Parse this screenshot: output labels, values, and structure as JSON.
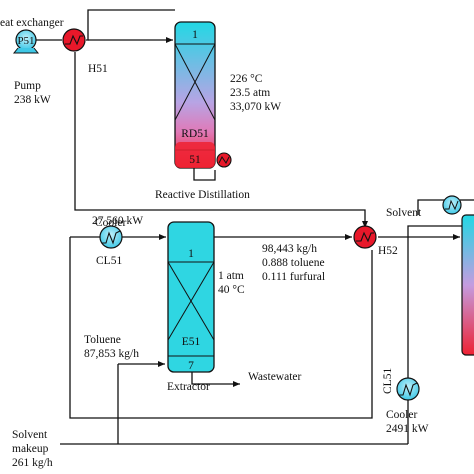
{
  "heat_exchanger": {
    "label": "eat exchanger",
    "hx_name": "H51"
  },
  "pump": {
    "tag": "P51",
    "label": "Pump",
    "power": "238 kW"
  },
  "reactive_distillation": {
    "top_stage": "1",
    "name": "RD51",
    "bottom_stage": "51",
    "temperature": "226 °C",
    "pressure": "23.5 atm",
    "duty": "33,070 kW",
    "caption": "Reactive Distillation"
  },
  "solvent_stream": {
    "label": "Solvent"
  },
  "cooler_top": {
    "label": "Cooler",
    "duty": "27 560 kW",
    "name": "CL51"
  },
  "extractor": {
    "top_stage": "1",
    "name": "E51",
    "bottom_stage": "7",
    "pressure": "1 atm",
    "temperature": "40 °C",
    "caption": "Extractor",
    "wastewater": "Wastewater"
  },
  "toluene_feed": {
    "label": "Toluene",
    "flow": "87,853 kg/h"
  },
  "stream_h52": {
    "flow": "98,443 kg/h",
    "toluene": "0.888 toluene",
    "furfural": "0.111 furfural",
    "hx_name": "H52"
  },
  "cooler_right": {
    "name": "CL51",
    "label": "Cooler",
    "duty": "2491 kW"
  },
  "solvent_makeup": {
    "line1": "Solvent",
    "line2": "makeup",
    "flow": "261 kg/h"
  },
  "colors": {
    "column_top": "#22d8e4",
    "column_mid": "#c9a0e0",
    "column_bottom": "#ee2233",
    "hx_red": "#e8182a",
    "hx_blue": "#3fc8e6",
    "extractor_fill": "#2fd6e2"
  }
}
